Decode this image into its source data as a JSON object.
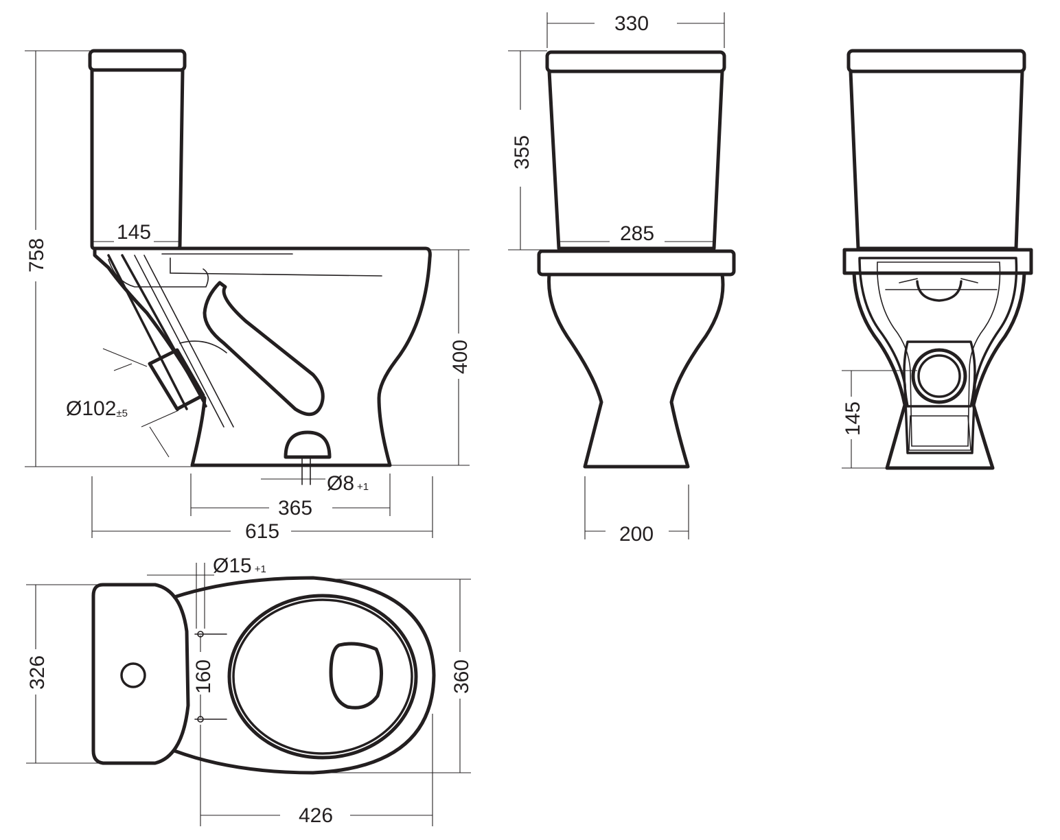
{
  "side_view": {
    "height_total": "758",
    "tank_depth": "145",
    "bowl_height": "400",
    "outlet_prefix": "Ø",
    "outlet_diameter": "102",
    "outlet_tolerance": "±5",
    "fix_prefix": "Ø",
    "fix_hole": "8",
    "fix_tolerance": "+1",
    "outlet_distance": "365",
    "length_total": "615"
  },
  "front_view": {
    "tank_width_top": "330",
    "tank_height": "355",
    "tank_width_bottom": "285",
    "base_width": "200"
  },
  "back_view": {
    "outlet_height": "145"
  },
  "top_view": {
    "hole_prefix": "Ø",
    "hole_diameter": "15",
    "hole_tolerance": "+1",
    "width_tank": "326",
    "hole_spacing": "160",
    "width_bowl": "360",
    "bowl_length": "426"
  }
}
